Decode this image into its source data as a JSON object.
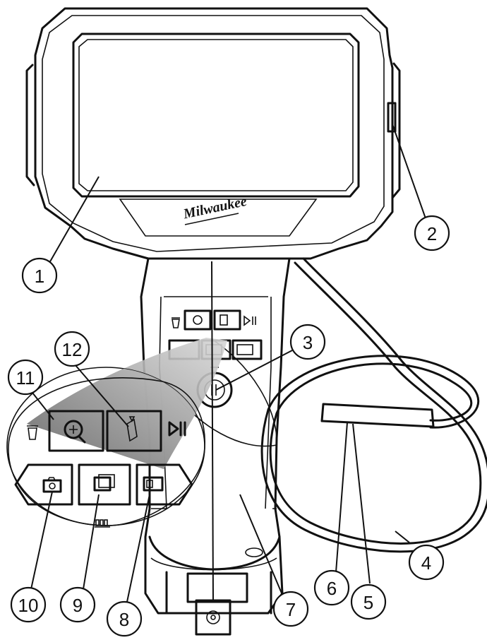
{
  "brand_logo_text": "Milwaukee",
  "callouts": [
    {
      "id": "1",
      "label": "1"
    },
    {
      "id": "2",
      "label": "2"
    },
    {
      "id": "3",
      "label": "3"
    },
    {
      "id": "4",
      "label": "4"
    },
    {
      "id": "5",
      "label": "5"
    },
    {
      "id": "6",
      "label": "6"
    },
    {
      "id": "7",
      "label": "7"
    },
    {
      "id": "8",
      "label": "8"
    },
    {
      "id": "9",
      "label": "9"
    },
    {
      "id": "10",
      "label": "10"
    },
    {
      "id": "11",
      "label": "11"
    },
    {
      "id": "12",
      "label": "12"
    }
  ],
  "colors": {
    "line": "#111111",
    "background": "#ffffff",
    "zoom_shadow": "#7a7a7a"
  },
  "icons": [
    "trash-icon",
    "zoom-icon",
    "rotate-icon",
    "play-pause-icon",
    "camera-icon",
    "gallery-icon",
    "video-icon",
    "batteries-icon"
  ]
}
